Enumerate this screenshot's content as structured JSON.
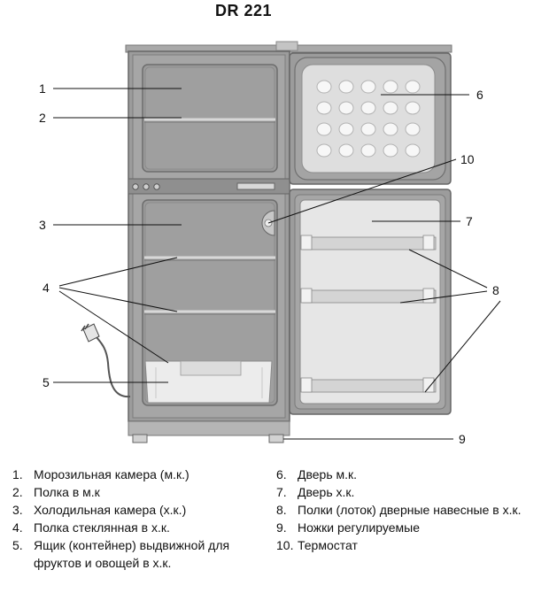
{
  "title": "DR 221",
  "callouts": [
    "1",
    "2",
    "3",
    "4",
    "5",
    "6",
    "7",
    "8",
    "9",
    "10"
  ],
  "legend": [
    {
      "num": "1.",
      "text": "Морозильная камера (м.к.)"
    },
    {
      "num": "2.",
      "text": "Полка в м.к"
    },
    {
      "num": "3.",
      "text": "Холодильная камера (х.к.)"
    },
    {
      "num": "4.",
      "text": "Полка стеклянная в х.к."
    },
    {
      "num": "5.",
      "text": "Ящик (контейнер) выдвижной для фруктов и овощей в х.к."
    },
    {
      "num": "6.",
      "text": "Дверь м.к."
    },
    {
      "num": "7.",
      "text": "Дверь х.к."
    },
    {
      "num": "8.",
      "text": "Полки (лоток) дверные навесные в х.к."
    },
    {
      "num": "9.",
      "text": "Ножки регулируемые"
    },
    {
      "num": "10.",
      "text": "Термостат"
    }
  ]
}
